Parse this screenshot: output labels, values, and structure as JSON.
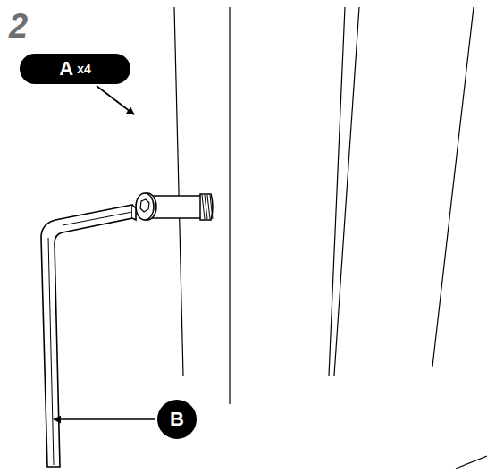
{
  "diagram": {
    "nodes": [
      {
        "text": [
          "A",
          "x4"
        ]
      },
      {
        "text": [
          "B"
        ]
      }
    ],
    "labels": [
      "2"
    ]
  }
}
